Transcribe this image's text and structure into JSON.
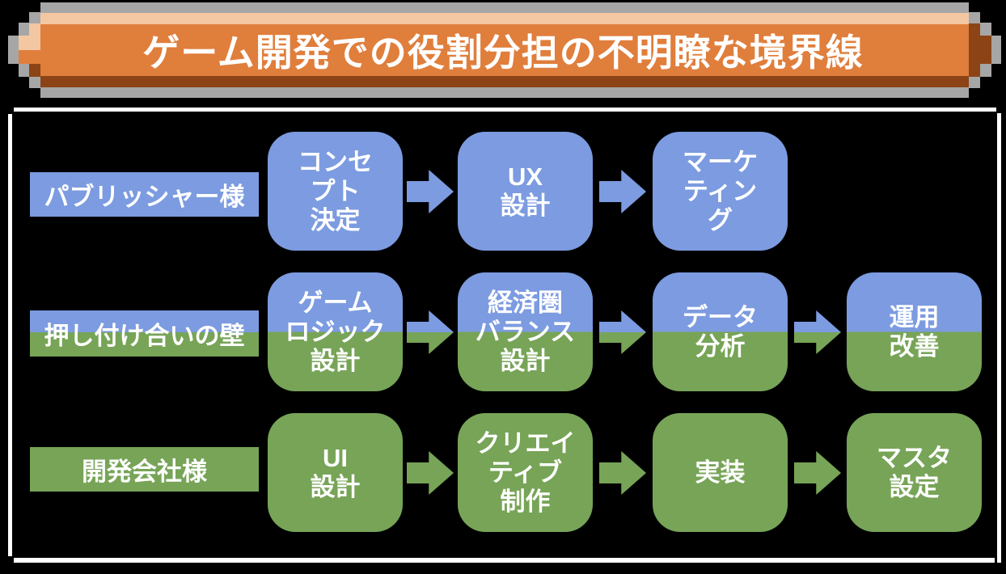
{
  "title": {
    "text": "ゲーム開発での役割分担の不明瞭な境界線"
  },
  "colors": {
    "publisher_blue": "#7c9be0",
    "developer_green": "#77a457",
    "banner_orange": "#e07e3c",
    "banner_peach": "#f2c7a2",
    "banner_brown": "#8c4316",
    "banner_gray": "#a6a6a6",
    "frame_white": "#ffffff",
    "background": "#000000",
    "text_white": "#ffffff"
  },
  "rows": [
    {
      "id": "publisher",
      "label": "パブリッシャー様",
      "color_type": "blue",
      "steps": [
        "コンセ\nプト\n決定",
        "UX\n設計",
        "マーケ\nティン\nグ"
      ]
    },
    {
      "id": "wall",
      "label": "押し付け合いの壁",
      "color_type": "split",
      "steps": [
        "ゲーム\nロジック\n設計",
        "経済圏\nバランス\n設計",
        "データ\n分析",
        "運用\n改善"
      ]
    },
    {
      "id": "developer",
      "label": "開発会社様",
      "color_type": "green",
      "steps": [
        "UI\n設計",
        "クリエイ\nティブ\n制作",
        "実装",
        "マスタ\n設定"
      ]
    }
  ]
}
